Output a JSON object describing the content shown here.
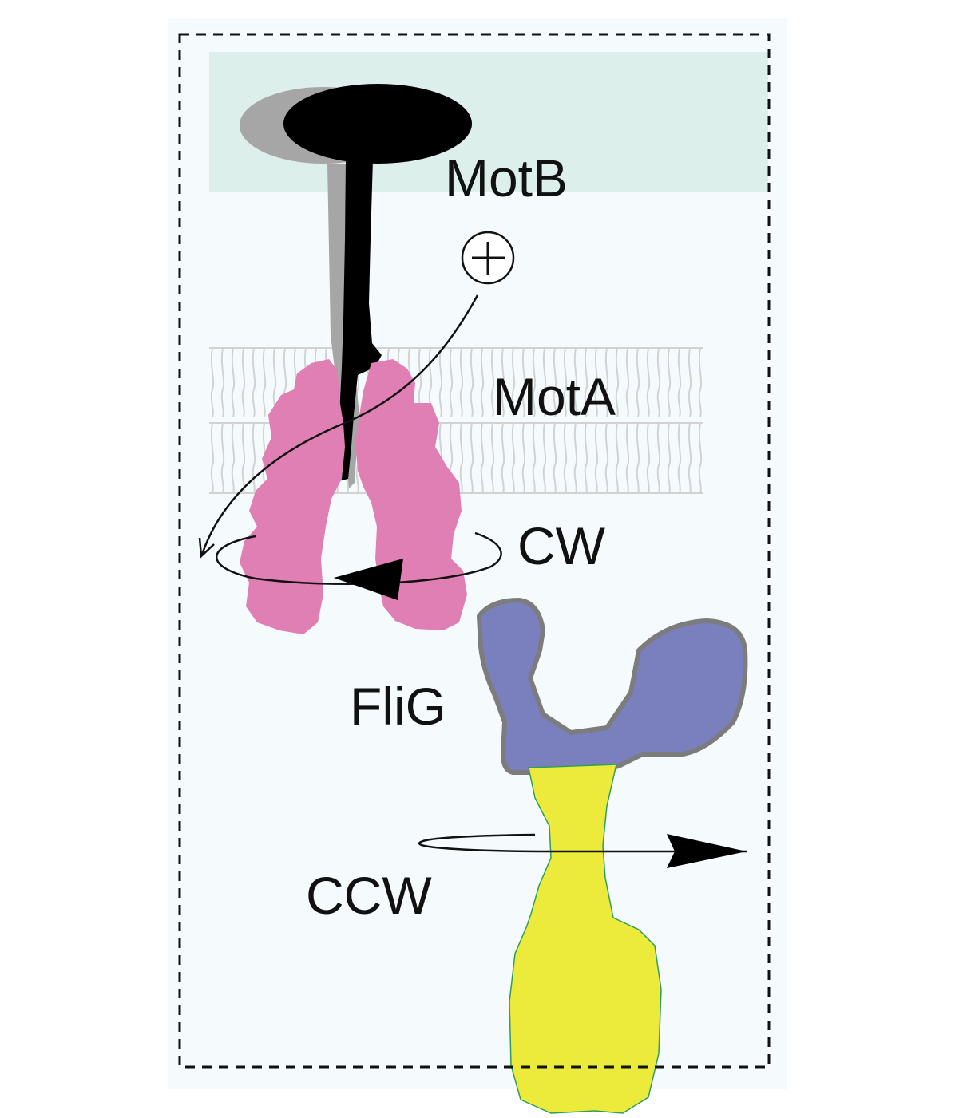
{
  "labels": {
    "motb": "MotB",
    "mota": "MotA",
    "cw": "CW",
    "flig": "FliG",
    "ccw": "CCW",
    "proton": "+"
  },
  "colors": {
    "panel_bg": "#f5fbfd",
    "membrane_band": "#dcefeb",
    "mota": "#e07fb3",
    "flig": "#7a80bd",
    "flig_outline": "#7c7c7c",
    "shaft": "#ecea3a",
    "motb_dark": "#000000",
    "motb_shadow": "#a6a6a6",
    "lipid": "#d6d6d6"
  }
}
